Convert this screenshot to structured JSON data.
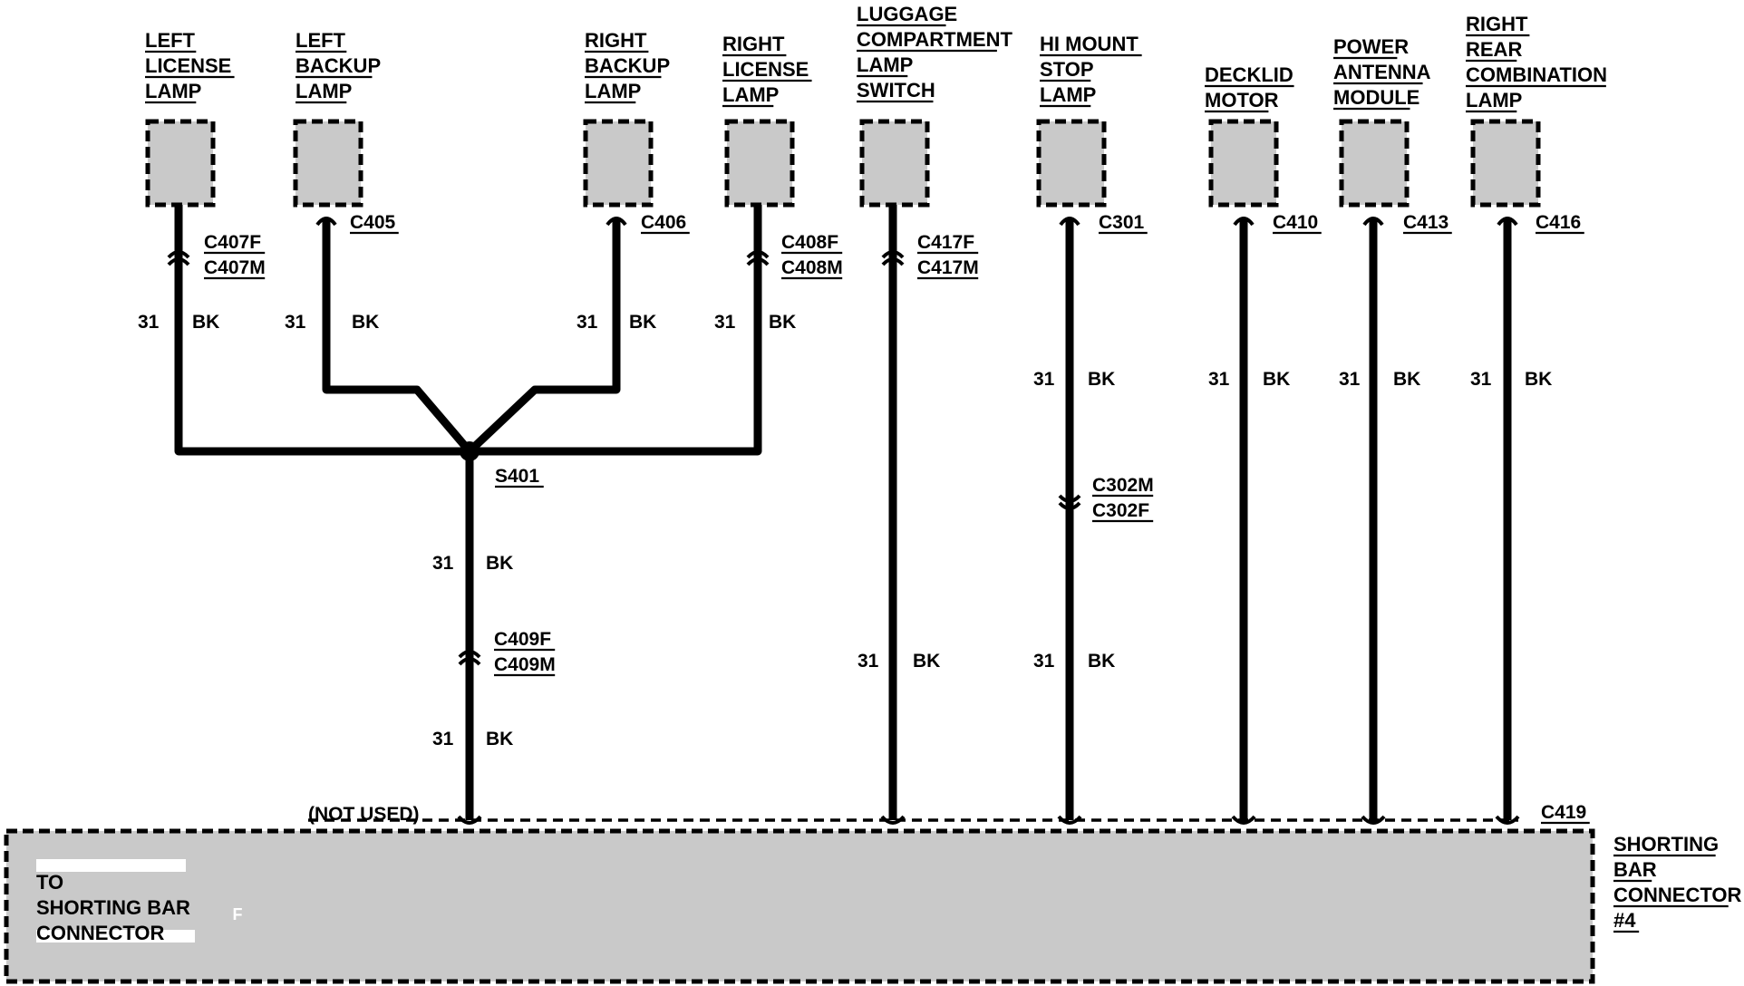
{
  "components": [
    {
      "id": "left-license-lamp",
      "label": [
        "LEFT",
        "LICENSE",
        "LAMP"
      ],
      "connector": [
        "C407F",
        "C407M"
      ],
      "wire": {
        "circuit": "31",
        "color": "BK"
      }
    },
    {
      "id": "left-backup-lamp",
      "label": [
        "LEFT",
        "BACKUP",
        "LAMP"
      ],
      "connector": [
        "C405"
      ],
      "wire": {
        "circuit": "31",
        "color": "BK"
      }
    },
    {
      "id": "right-backup-lamp",
      "label": [
        "RIGHT",
        "BACKUP",
        "LAMP"
      ],
      "connector": [
        "C406"
      ],
      "wire": {
        "circuit": "31",
        "color": "BK"
      }
    },
    {
      "id": "right-license-lamp",
      "label": [
        "RIGHT",
        "LICENSE",
        "LAMP"
      ],
      "connector": [
        "C408F",
        "C408M"
      ],
      "wire": {
        "circuit": "31",
        "color": "BK"
      }
    },
    {
      "id": "luggage-compartment-lamp-switch",
      "label": [
        "LUGGAGE",
        "COMPARTMENT",
        "LAMP",
        "SWITCH"
      ],
      "connector": [
        "C417F",
        "C417M"
      ],
      "wire": {
        "circuit": "31",
        "color": "BK"
      }
    },
    {
      "id": "hi-mount-stop-lamp",
      "label": [
        "HI MOUNT",
        "STOP",
        "LAMP"
      ],
      "connector": [
        "C301"
      ],
      "wire": {
        "circuit": "31",
        "color": "BK"
      },
      "inline_connector": [
        "C302M",
        "C302F"
      ]
    },
    {
      "id": "decklid-motor",
      "label": [
        "DECKLID",
        "MOTOR"
      ],
      "connector": [
        "C410"
      ],
      "wire": {
        "circuit": "31",
        "color": "BK"
      }
    },
    {
      "id": "power-antenna-module",
      "label": [
        "POWER",
        "ANTENNA",
        "MODULE"
      ],
      "connector": [
        "C413"
      ],
      "wire": {
        "circuit": "31",
        "color": "BK"
      }
    },
    {
      "id": "right-rear-combination-lamp",
      "label": [
        "RIGHT",
        "REAR",
        "COMBINATION",
        "LAMP"
      ],
      "connector": [
        "C416"
      ],
      "wire": {
        "circuit": "31",
        "color": "BK"
      }
    }
  ],
  "splice": {
    "label": "S401"
  },
  "trunk": {
    "circuit": "31",
    "color": "BK",
    "connector": [
      "C409F",
      "C409M"
    ]
  },
  "bus": {
    "not_used_label": "(NOT USED)",
    "connector_label": "C419"
  },
  "shorting_bar": {
    "label": [
      "SHORTING",
      "BAR",
      "CONNECTOR",
      "#4"
    ],
    "to_label": [
      "TO",
      "SHORTING BAR",
      "CONNECTOR"
    ],
    "pin_label": "F"
  },
  "colors": {
    "ink": "#000000",
    "component_fill": "#c9c9c9",
    "background": "#ffffff"
  }
}
